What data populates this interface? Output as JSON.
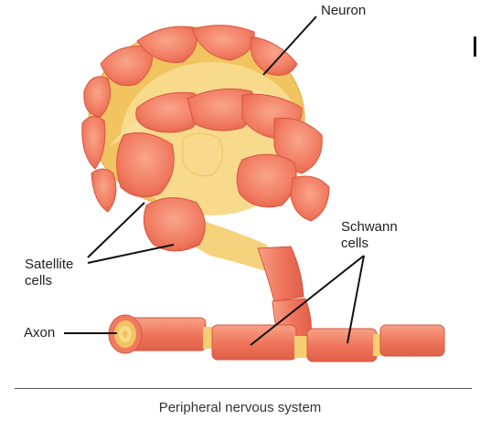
{
  "diagram": {
    "labels": {
      "neuron": "Neuron",
      "schwann_line1": "Schwann",
      "schwann_line2": "cells",
      "satellite_line1": "Satellite",
      "satellite_line2": "cells",
      "axon": "Axon"
    },
    "caption": "Peripheral nervous system",
    "colors": {
      "cell_fill": "#f07a60",
      "cell_light": "#f9a88e",
      "cell_edge": "#d9553f",
      "cytoplasm": "#f6d98a",
      "cytoplasm_dark": "#eec260",
      "myelin_gap": "#f3cf72",
      "pointer": "#111111"
    }
  }
}
